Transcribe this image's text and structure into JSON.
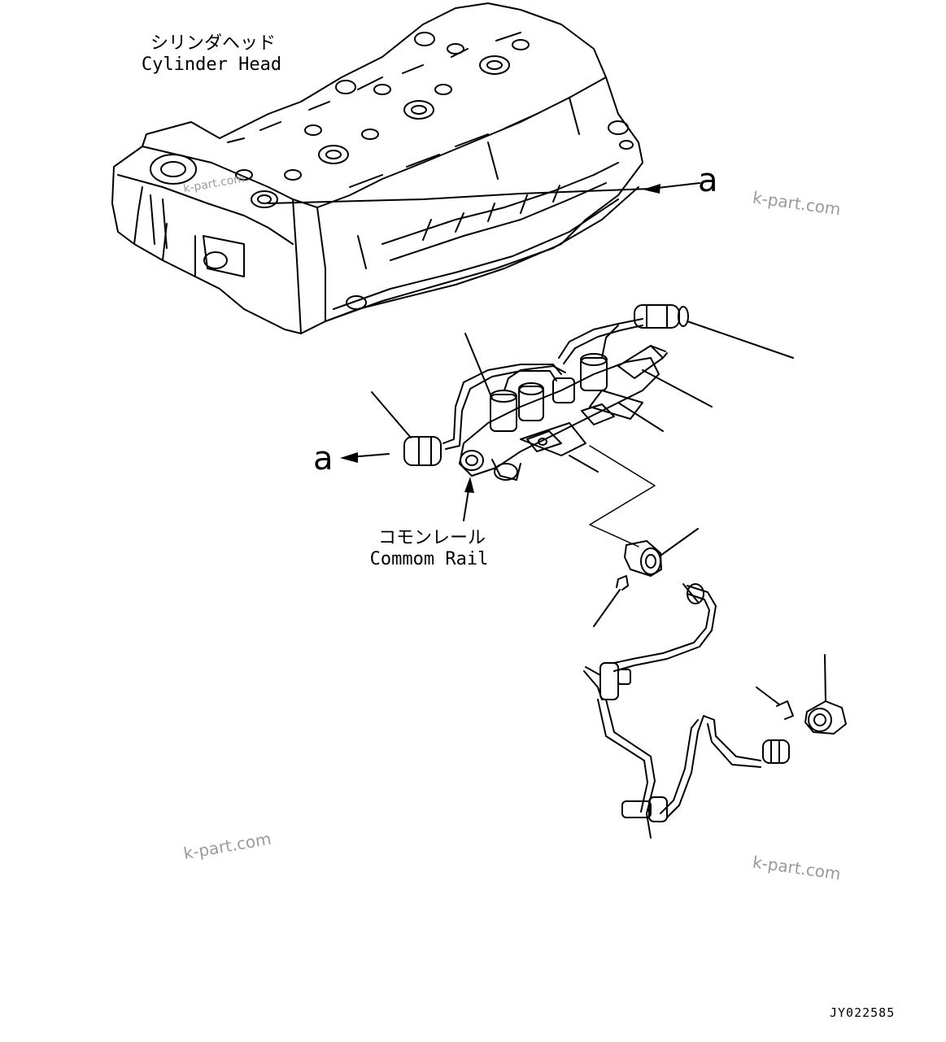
{
  "labels": {
    "cylinder_head_jp": "シリンダヘッド",
    "cylinder_head_en": "Cylinder Head",
    "common_rail_jp": "コモンレール",
    "common_rail_en": "Commom Rail",
    "ref_a_top": "a",
    "ref_a_left": "a"
  },
  "watermarks": {
    "wm1": "k-part.com",
    "wm2": "k-part.com",
    "wm3": "k-part.com",
    "wm4": "k-part.com"
  },
  "document": {
    "number": "JY022585"
  },
  "colors": {
    "line": "#000000",
    "background": "#ffffff",
    "watermark": "#9a9a9a"
  }
}
